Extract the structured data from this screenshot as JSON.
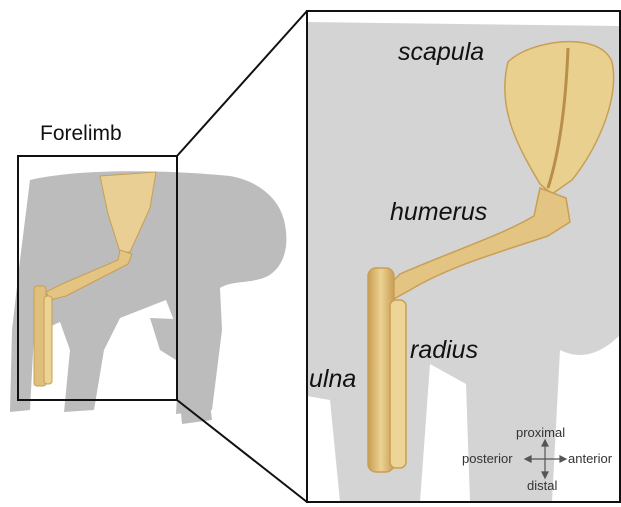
{
  "figure": {
    "inset_title": "Forelimb",
    "bone_labels": {
      "scapula": "scapula",
      "humerus": "humerus",
      "radius": "radius",
      "ulna": "ulna"
    },
    "orientation": {
      "proximal": "proximal",
      "distal": "distal",
      "posterior": "posterior",
      "anterior": "anterior"
    },
    "colors": {
      "silhouette": "#bcbcbc",
      "silhouette_zoom": "#d4d4d4",
      "bone": "#e6c887",
      "bone_shadow": "#c79f55",
      "frame": "#111111"
    }
  }
}
